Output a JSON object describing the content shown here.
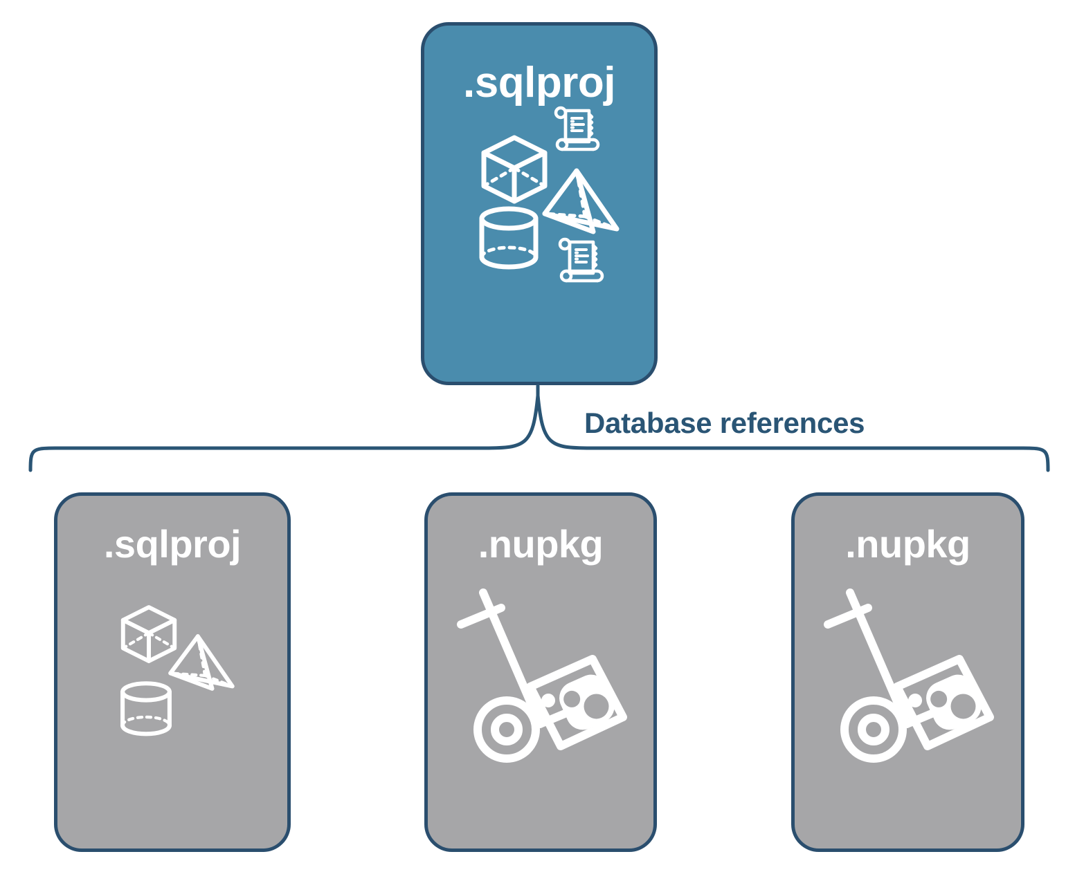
{
  "diagram": {
    "title": "Database references",
    "connector_label": "Database references",
    "colors": {
      "primary_fill": "#4a8cad",
      "secondary_fill": "#a6a6a8",
      "stroke": "#2a4e6e",
      "label_text": "#2a5575",
      "icon_stroke": "#ffffff",
      "background": "#ffffff"
    },
    "root": {
      "label": ".sqlproj",
      "fill": "primary",
      "icons": [
        "cube-icon",
        "pyramid-icon",
        "cylinder-icon",
        "scroll-icon",
        "scroll-icon"
      ]
    },
    "references": [
      {
        "label": ".sqlproj",
        "fill": "secondary",
        "icons": [
          "cube-icon",
          "pyramid-icon",
          "cylinder-icon"
        ]
      },
      {
        "label": ".nupkg",
        "fill": "secondary",
        "icons": [
          "hand-truck-package-icon"
        ]
      },
      {
        "label": ".nupkg",
        "fill": "secondary",
        "icons": [
          "hand-truck-package-icon"
        ]
      }
    ]
  }
}
